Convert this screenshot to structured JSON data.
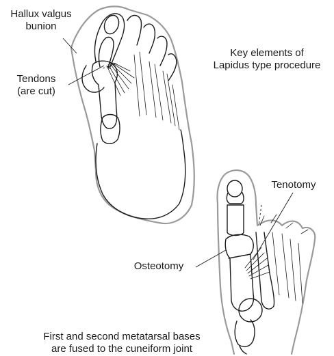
{
  "labels": {
    "hallux_line1": "Hallux valgus",
    "hallux_line2": "bunion",
    "tendons_line1": "Tendons",
    "tendons_line2": "(are cut)",
    "key_line1": "Key elements of",
    "key_line2": "Lapidus type procedure",
    "tenotomy": "Tenotomy",
    "osteotomy": "Osteotomy",
    "fused_line1": "First and second metatarsal bases",
    "fused_line2": "are fused to the cuneiform joint"
  },
  "colors": {
    "ink": "#1a1a1a",
    "skin_outline": "#9a9a9a",
    "background": "#ffffff"
  }
}
